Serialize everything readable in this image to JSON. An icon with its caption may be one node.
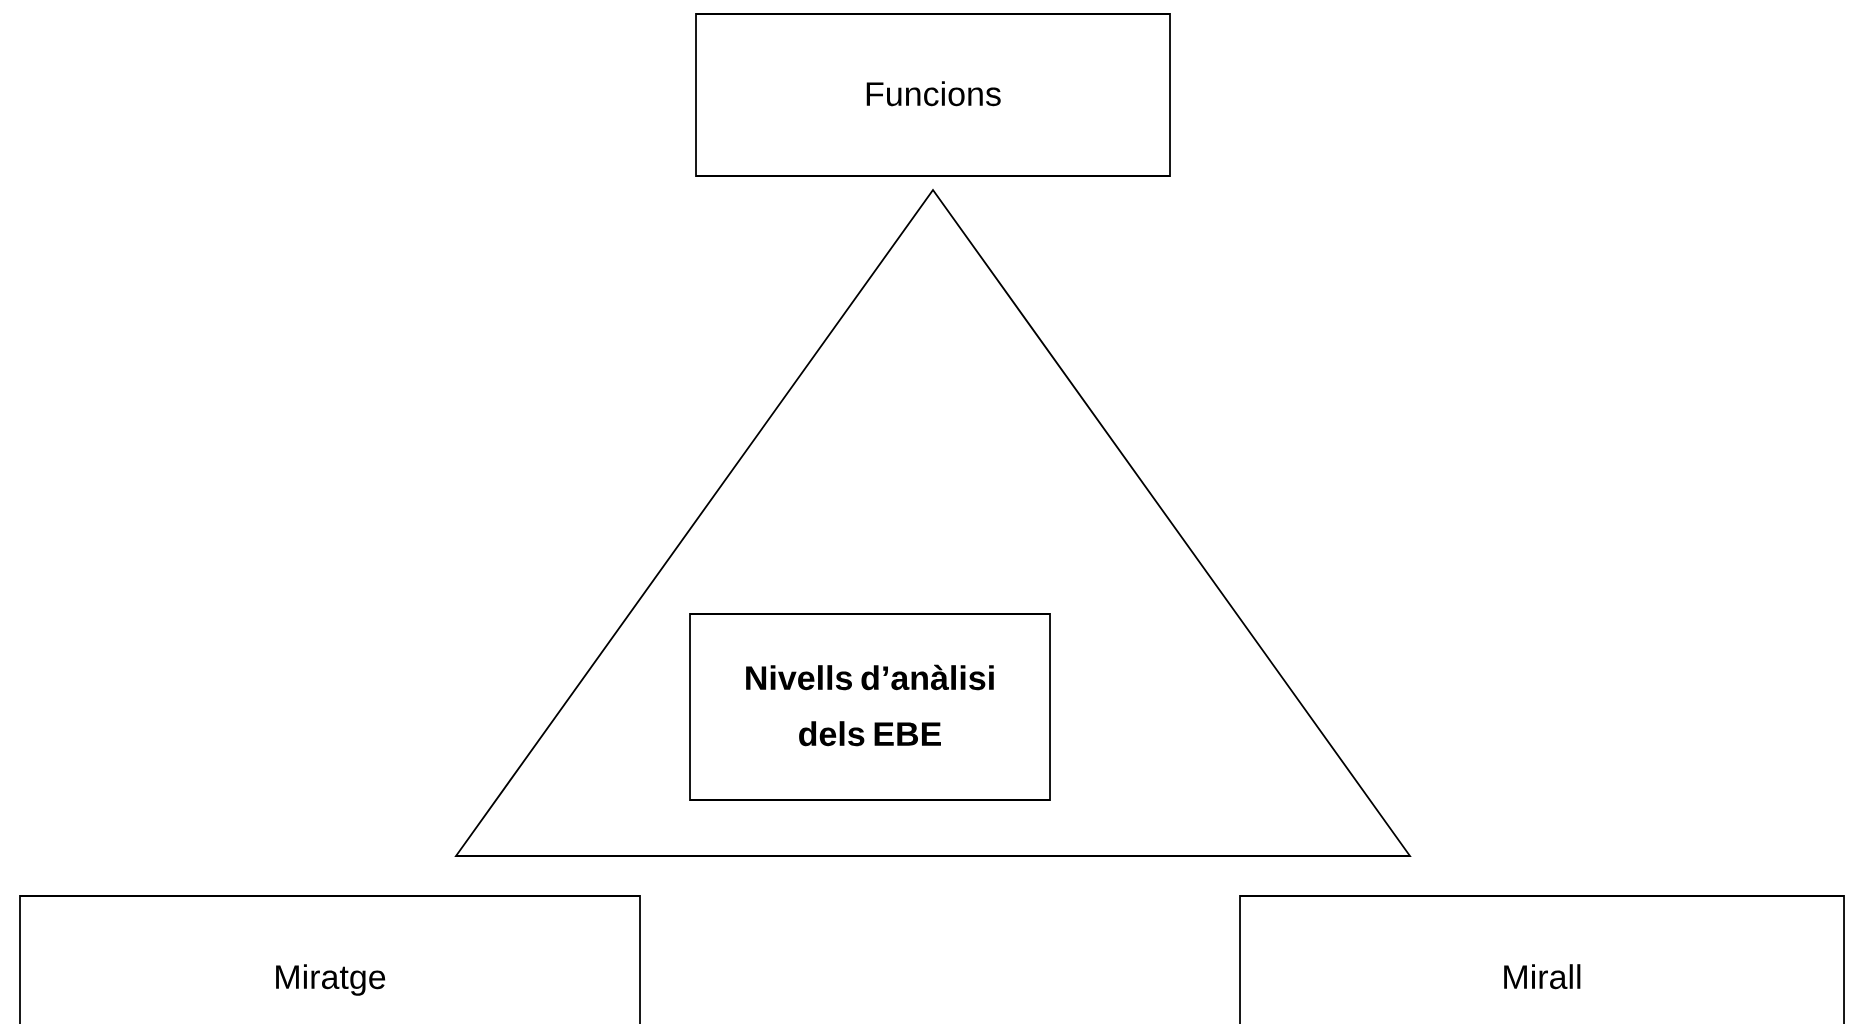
{
  "diagram": {
    "nodes": [
      {
        "text": [
          "Funcions"
        ]
      },
      {
        "text": [],
        "shape": "triangle"
      },
      {
        "text": [
          "Nivells d’anàlisi dels EBE"
        ],
        "in": 1
      },
      {
        "text": [
          "Miratge"
        ]
      },
      {
        "text": [
          "Mirall"
        ]
      }
    ]
  }
}
